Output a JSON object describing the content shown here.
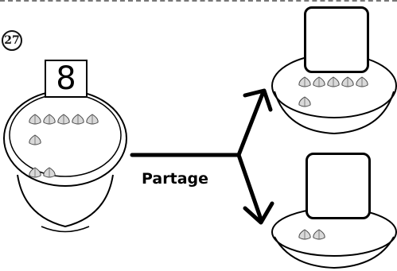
{
  "problem": {
    "number": "27"
  },
  "source_bowl": {
    "count_label": "8",
    "item_icon": "onion-icon",
    "rows": [
      5,
      1,
      2
    ]
  },
  "operation": {
    "label": "Partage"
  },
  "target_bowls": [
    {
      "answer_value": "",
      "rows": [
        5,
        1
      ]
    },
    {
      "answer_value": "",
      "rows": [
        2
      ]
    }
  ],
  "colors": {
    "line": "#000000",
    "icon_fill": "#d9d9d9"
  }
}
